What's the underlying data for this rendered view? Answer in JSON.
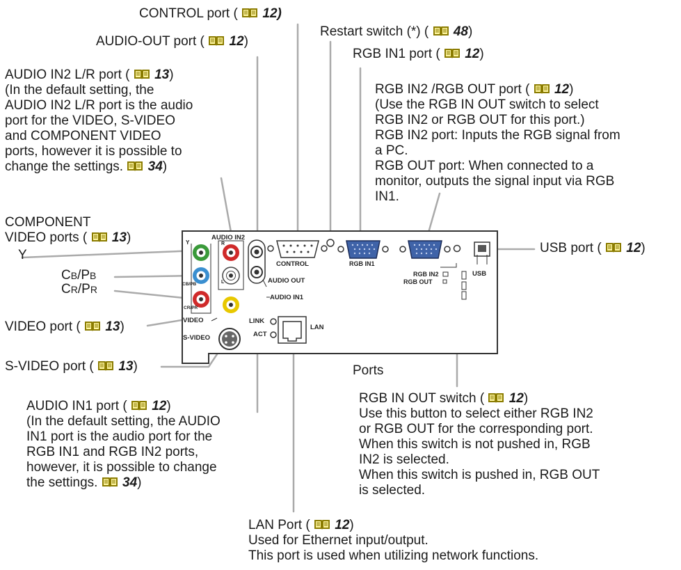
{
  "book_icon": "book-reference-icon",
  "labels": {
    "control": {
      "name": "CONTROL port (",
      "ref": "12",
      "close": ")"
    },
    "audio_out": {
      "name": "AUDIO-OUT port (",
      "ref": "12",
      "close": ")"
    },
    "restart": {
      "name": "Restart switch (*) (",
      "ref": "48",
      "close": ")"
    },
    "rgb_in1": {
      "name": "RGB IN1 port (",
      "ref": "12",
      "close": ")"
    },
    "audio_in2": {
      "name": "AUDIO IN2 L/R port (",
      "ref": "13",
      "close": ")",
      "lines": [
        "(In the default setting, the",
        "AUDIO IN2 L/R port is the audio",
        "port for the VIDEO, S-VIDEO",
        "and COMPONENT VIDEO",
        "ports, however it is possible to"
      ],
      "last_line": "change the settings. ",
      "last_ref": "34",
      "last_close": ")"
    },
    "rgb_in2": {
      "name": "RGB IN2 /RGB OUT port (",
      "ref": "12",
      "close": ")",
      "lines": [
        "(Use the RGB IN OUT switch to select",
        "RGB IN2 or RGB OUT for this port.)",
        "RGB IN2 port: Inputs the RGB signal from",
        "a PC.",
        "RGB OUT port: When connected to a",
        "monitor, outputs the signal input via RGB",
        "IN1."
      ]
    },
    "component": {
      "line1": "COMPONENT",
      "line2": "VIDEO ports (",
      "ref": "13",
      "close": ")"
    },
    "y": "Y",
    "cb_pre": "C",
    "cb_sub": "B",
    "cb_mid": "/P",
    "cb_sub2": "B",
    "cr_pre": "C",
    "cr_sub": "R",
    "cr_mid": "/P",
    "cr_sub2": "R",
    "usb": {
      "name": "USB port (",
      "ref": "12",
      "close": ")"
    },
    "video": {
      "name": "VIDEO port (",
      "ref": "13",
      "close": ")"
    },
    "svideo": {
      "name": "S-VIDEO port (",
      "ref": "13",
      "close": ")"
    },
    "ports_caption": "Ports",
    "audio_in1": {
      "name": "AUDIO IN1 port (",
      "ref": "12",
      "close": ")",
      "lines": [
        "(In the default setting, the AUDIO",
        "IN1 port is the audio port for the",
        "RGB IN1 and RGB IN2 ports,",
        "however, it is possible to change"
      ],
      "last_line": "the settings. ",
      "last_ref": "34",
      "last_close": ")"
    },
    "rgb_switch": {
      "name": "RGB IN OUT switch (",
      "ref": "12",
      "close": ")",
      "lines": [
        "Use this button to select either RGB IN2",
        "or RGB OUT for the corresponding port.",
        "When this switch is not pushed in, RGB",
        "IN2 is selected.",
        "When this switch is pushed in, RGB OUT",
        "is selected."
      ]
    },
    "lan": {
      "name": "LAN Port (",
      "ref": "12",
      "close": ")",
      "lines": [
        "Used for Ethernet input/output.",
        "This port is used when utilizing network functions."
      ]
    }
  },
  "panel_text": {
    "audio_in2": "AUDIO IN2",
    "r": "R",
    "l": "L",
    "y": "Y",
    "cbpb": "CB/PB",
    "crpr": "CR/PR",
    "video": "VIDEO",
    "svideo": "S-VIDEO",
    "control": "CONTROL",
    "rgb_in1": "RGB IN1",
    "audio_out": "AUDIO OUT",
    "audio_in1": "AUDIO IN1",
    "link": "LINK",
    "act": "ACT",
    "lan": "LAN",
    "rgb_in2": "RGB IN2",
    "rgb_out": "RGB OUT",
    "usb": "USB"
  },
  "colors": {
    "leader": "#aaaaaa",
    "panel_outline": "#333333",
    "green": "#3a9a3a",
    "blue": "#3a8fd0",
    "red": "#d02a2a",
    "yellow": "#e8c800",
    "white": "#ffffff",
    "connector_blue": "#3f63a8"
  }
}
